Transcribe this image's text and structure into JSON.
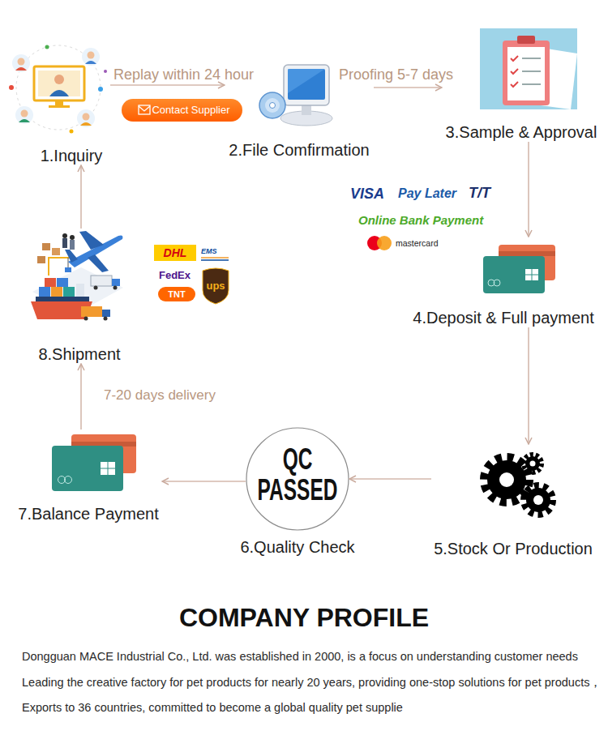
{
  "diagram": {
    "title": "COMPANY PROFILE",
    "nodes": [
      {
        "text": [
          "1.Inquiry"
        ]
      },
      {
        "text": [
          "Contact Supplier"
        ]
      },
      {
        "text": [
          "2.File Comfirmation"
        ]
      },
      {
        "text": [
          "3.Sample & Approval"
        ]
      },
      {
        "text": [
          "4.Deposit & Full payment"
        ]
      },
      {
        "text": [
          "5.Stock Or Production"
        ]
      },
      {
        "text": [
          "QC PASSED",
          "6.Quality Check"
        ]
      },
      {
        "text": [
          "7.Balance Payment"
        ]
      },
      {
        "text": [
          "8.Shipment"
        ]
      }
    ],
    "edges": [
      {
        "from": 0,
        "to": 2,
        "label": "Replay within 24 hour",
        "arrow": "to"
      },
      {
        "from": 2,
        "to": 3,
        "label": "Proofing 5-7 days",
        "arrow": "to"
      },
      {
        "from": 3,
        "to": 4,
        "arrow": "to"
      },
      {
        "from": 4,
        "to": 5,
        "arrow": "to"
      },
      {
        "from": 5,
        "to": 6,
        "arrow": "to"
      },
      {
        "from": 6,
        "to": 7,
        "arrow": "to"
      },
      {
        "from": 7,
        "to": 8,
        "label": "7-20 days delivery",
        "arrow": "to"
      },
      {
        "from": 8,
        "to": 0,
        "arrow": "to"
      }
    ],
    "labels": [
      "VISA",
      "Pay Later",
      "T/T",
      "Online Bank Payment",
      "mastercard",
      "DHL",
      "EMS",
      "FedEx",
      "TNT",
      "ups",
      "Dongguan MACE Industrial Co., Ltd. was established in 2000, is a focus on understanding customer needs Leading the creative factory for pet products for nearly 20 years, providing one-stop solutions for pet products，Exports to 36 countries, committed to become a global quality pet supplie"
    ]
  }
}
